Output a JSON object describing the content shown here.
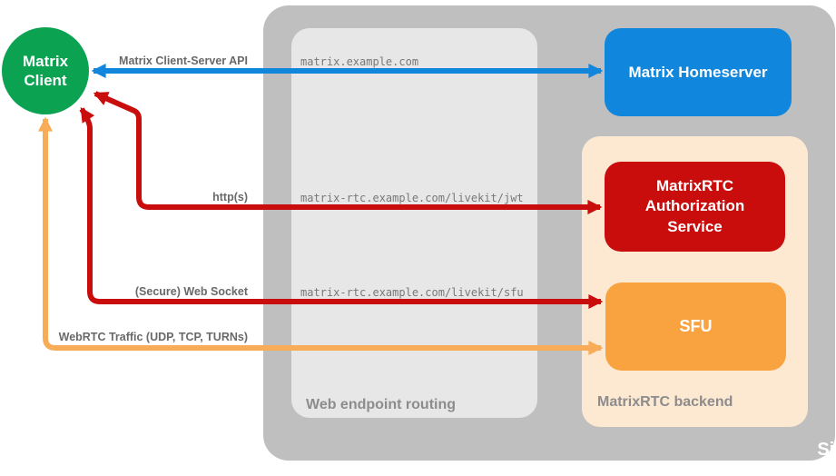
{
  "colors": {
    "client_green": "#0ba352",
    "homeserver_blue": "#1186dd",
    "auth_red": "#c90d0d",
    "sfu_orange": "#f9a340",
    "webrtc_orange": "#f9ac57",
    "site_gray": "#bfbfbf",
    "routing_gray": "#e7e7e7",
    "backend_peach": "#fde8d2",
    "container_label_gray": "#8c8c8c",
    "arrow_label_gray": "#696969"
  },
  "client": {
    "label": "Matrix Client"
  },
  "site": {
    "label": "Site Deployment: example.com"
  },
  "routing": {
    "label": "Web endpoint routing",
    "endpoints": [
      "matrix.example.com",
      "matrix-rtc.example.com/livekit/jwt",
      "matrix-rtc.example.com/livekit/sfu"
    ]
  },
  "backend": {
    "label": "MatrixRTC backend"
  },
  "nodes": {
    "homeserver": {
      "label": "Matrix Homeserver"
    },
    "auth_service": {
      "label": "MatrixRTC Authorization Service"
    },
    "sfu": {
      "label": "SFU"
    }
  },
  "arrows": {
    "api": {
      "label": "Matrix Client-Server API",
      "color": "#1186dd"
    },
    "http": {
      "label": "http(s)",
      "color": "#c90d0d"
    },
    "websocket": {
      "label": "(Secure) Web Socket",
      "color": "#c90d0d"
    },
    "webrtc": {
      "label": "WebRTC Traffic (UDP, TCP, TURNs)",
      "color": "#f9ac57"
    }
  }
}
